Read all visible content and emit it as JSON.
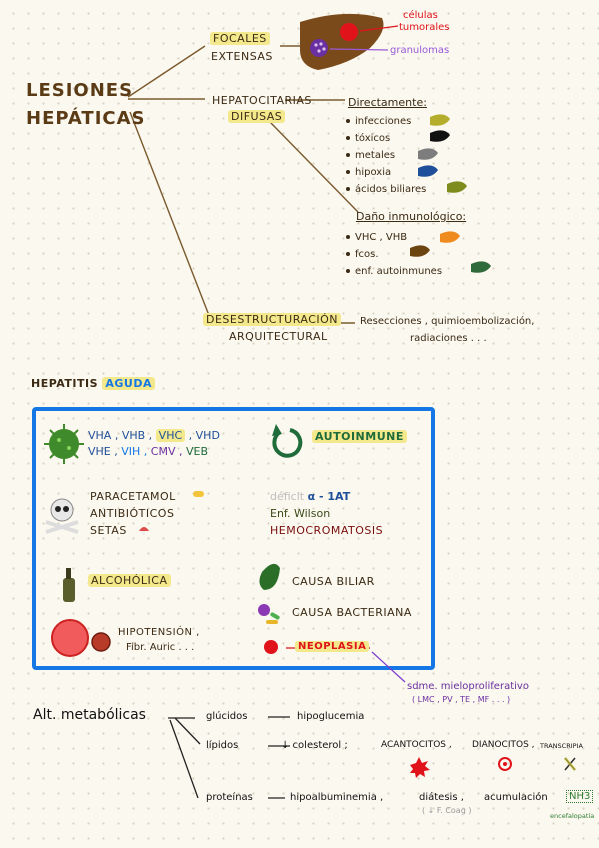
{
  "title": [
    "LESIONES",
    "HEPÁTICAS"
  ],
  "focales": {
    "label": [
      "FOCALES",
      "EXTENSAS"
    ],
    "tumor_label": [
      "células",
      "tumorales"
    ],
    "granuloma_label": "granulomas"
  },
  "difusas": {
    "label": [
      "HEPATOCITARIAS",
      "DIFUSAS"
    ],
    "directa_header": "Directamente:",
    "directa_items": [
      "infecciones",
      "tóxicos",
      "metales",
      "hipoxia",
      "ácidos biliares"
    ],
    "inmuno_header": "Daño inmunológico:",
    "inmuno_items": [
      "VHC , VHB",
      "fcos.",
      "enf. autoinmunes"
    ]
  },
  "desestructuracion": {
    "label": [
      "DESESTRUCTURACIÓN",
      "ARQUITECTURAL"
    ],
    "detail": [
      "Resecciones , quimioembolización,",
      "radiaciones . . ."
    ]
  },
  "hepatitis": {
    "title_a": "HEPATITIS",
    "title_b": "AGUDA",
    "virus_line1": [
      "VHA ,",
      "VHB ,",
      "VHC",
      ", VHD"
    ],
    "virus_line2": [
      "VHE ,",
      "VIH ,",
      "CMV ,",
      "VEB"
    ],
    "autoinmune": "AUTOINMUNE",
    "toxic": [
      "PARACETAMOL",
      "ANTIBIÓTICOS",
      "SETAS"
    ],
    "deficit": [
      "déficit",
      "α - 1AT"
    ],
    "wilson": "Enf. Wilson",
    "hemocromatosis": "HEMOCROMATOSIS",
    "alcoholica": "ALCOHÓLICA",
    "biliar": "CAUSA BILIAR",
    "bacteriana": "CAUSA BACTERIANA",
    "hipotension": [
      "HIPOTENSIÓN ,",
      "Fibr. Auric . . ."
    ],
    "neoplasia": "NEOPLASIA",
    "neoplasia_note": [
      "sdme. mieloproliferativo",
      "( LMC , PV , TE , MF . . . )"
    ]
  },
  "metabolicas": {
    "label": "Alt. metabólicas",
    "glucidos": [
      "glúcidos",
      "hipoglucemia"
    ],
    "lipidos": [
      "lípidos",
      "↓ colesterol ;",
      "ACANTOCITOS ,",
      "DIANOCITOS ,",
      "TRANSCRIPIA"
    ],
    "proteinas": [
      "proteínas",
      "hipoalbuminemia ,",
      "diátesis ,",
      "acumulación",
      "NH3",
      "( ↓ F. Coag )",
      "encefalopatía"
    ]
  },
  "colors": {
    "liver": "#7b4a1a",
    "tumor": "#e0131b",
    "granuloma": "#6a2fa0",
    "highlight": "#f3e98c",
    "box": "#1577e6",
    "green": "#1f6b3a"
  }
}
